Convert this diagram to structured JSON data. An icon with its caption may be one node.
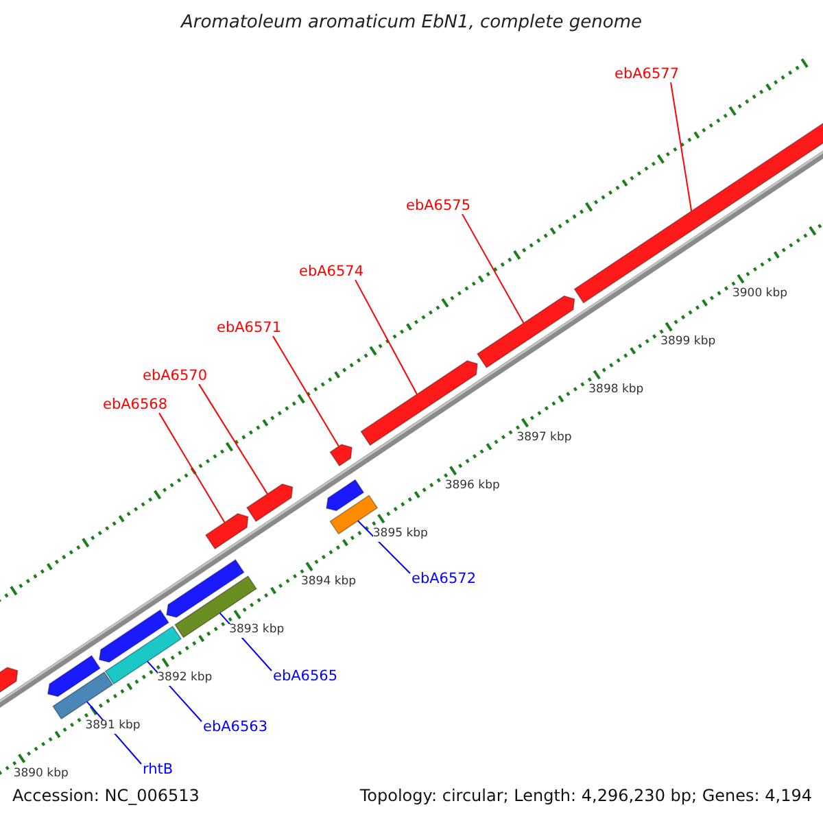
{
  "diagram": {
    "title": "Aromatoleum aromaticum EbN1, complete genome",
    "nodes": [
      {
        "text": [
          "ebA6577"
        ]
      },
      {
        "text": [
          "ebA6575"
        ]
      },
      {
        "text": [
          "ebA6574"
        ]
      },
      {
        "text": [
          "ebA6571"
        ]
      },
      {
        "text": [
          "ebA6570"
        ]
      },
      {
        "text": [
          "ebA6568"
        ]
      },
      {
        "text": [
          "ebA6572"
        ]
      },
      {
        "text": [
          "ebA6565"
        ]
      },
      {
        "text": [
          "ebA6563"
        ]
      },
      {
        "text": [
          "rhtB"
        ]
      },
      {
        "text": [],
        "shape": "bar"
      },
      {
        "text": [],
        "shape": "bar"
      },
      {
        "text": [],
        "shape": "bar"
      },
      {
        "text": [],
        "shape": "bar"
      },
      {
        "text": [],
        "shape": "bar"
      },
      {
        "text": [],
        "shape": "bar"
      },
      {
        "text": [],
        "shape": "bar"
      },
      {
        "text": [],
        "shape": "bar"
      },
      {
        "text": [],
        "shape": "bar"
      },
      {
        "text": [],
        "shape": "bar"
      },
      {
        "text": [],
        "shape": "bar"
      },
      {
        "text": [],
        "shape": "bar"
      },
      {
        "text": [],
        "shape": "bar"
      },
      {
        "text": [],
        "shape": "bar"
      },
      {
        "text": [],
        "shape": "bar"
      }
    ],
    "edges": [
      {
        "from": 0,
        "to": 24,
        "arrow": "none"
      },
      {
        "from": 1,
        "to": 23,
        "arrow": "none"
      },
      {
        "from": 2,
        "to": 22,
        "arrow": "none"
      },
      {
        "from": 3,
        "to": 20,
        "arrow": "none"
      },
      {
        "from": 4,
        "to": 18,
        "arrow": "none"
      },
      {
        "from": 5,
        "to": 17,
        "arrow": "none"
      },
      {
        "from": 6,
        "to": 21,
        "arrow": "none",
        "color": "#0000ff"
      },
      {
        "from": 7,
        "to": 16,
        "arrow": "none",
        "color": "#0000ff"
      },
      {
        "from": 8,
        "to": 14,
        "arrow": "none",
        "color": "#0000ff"
      },
      {
        "from": 9,
        "to": 12,
        "arrow": "none",
        "color": "#0000ff"
      }
    ],
    "labels": [
      "3900 kbp",
      "3899 kbp",
      "3898 kbp",
      "3897 kbp",
      "3896 kbp",
      "3895 kbp",
      "3894 kbp",
      "3893 kbp",
      "3892 kbp",
      "3891 kbp",
      "3890 kbp",
      "Accession: NC_006513",
      "Topology: circular; Length: 4,296,230 bp; Genes: 4,194"
    ]
  }
}
